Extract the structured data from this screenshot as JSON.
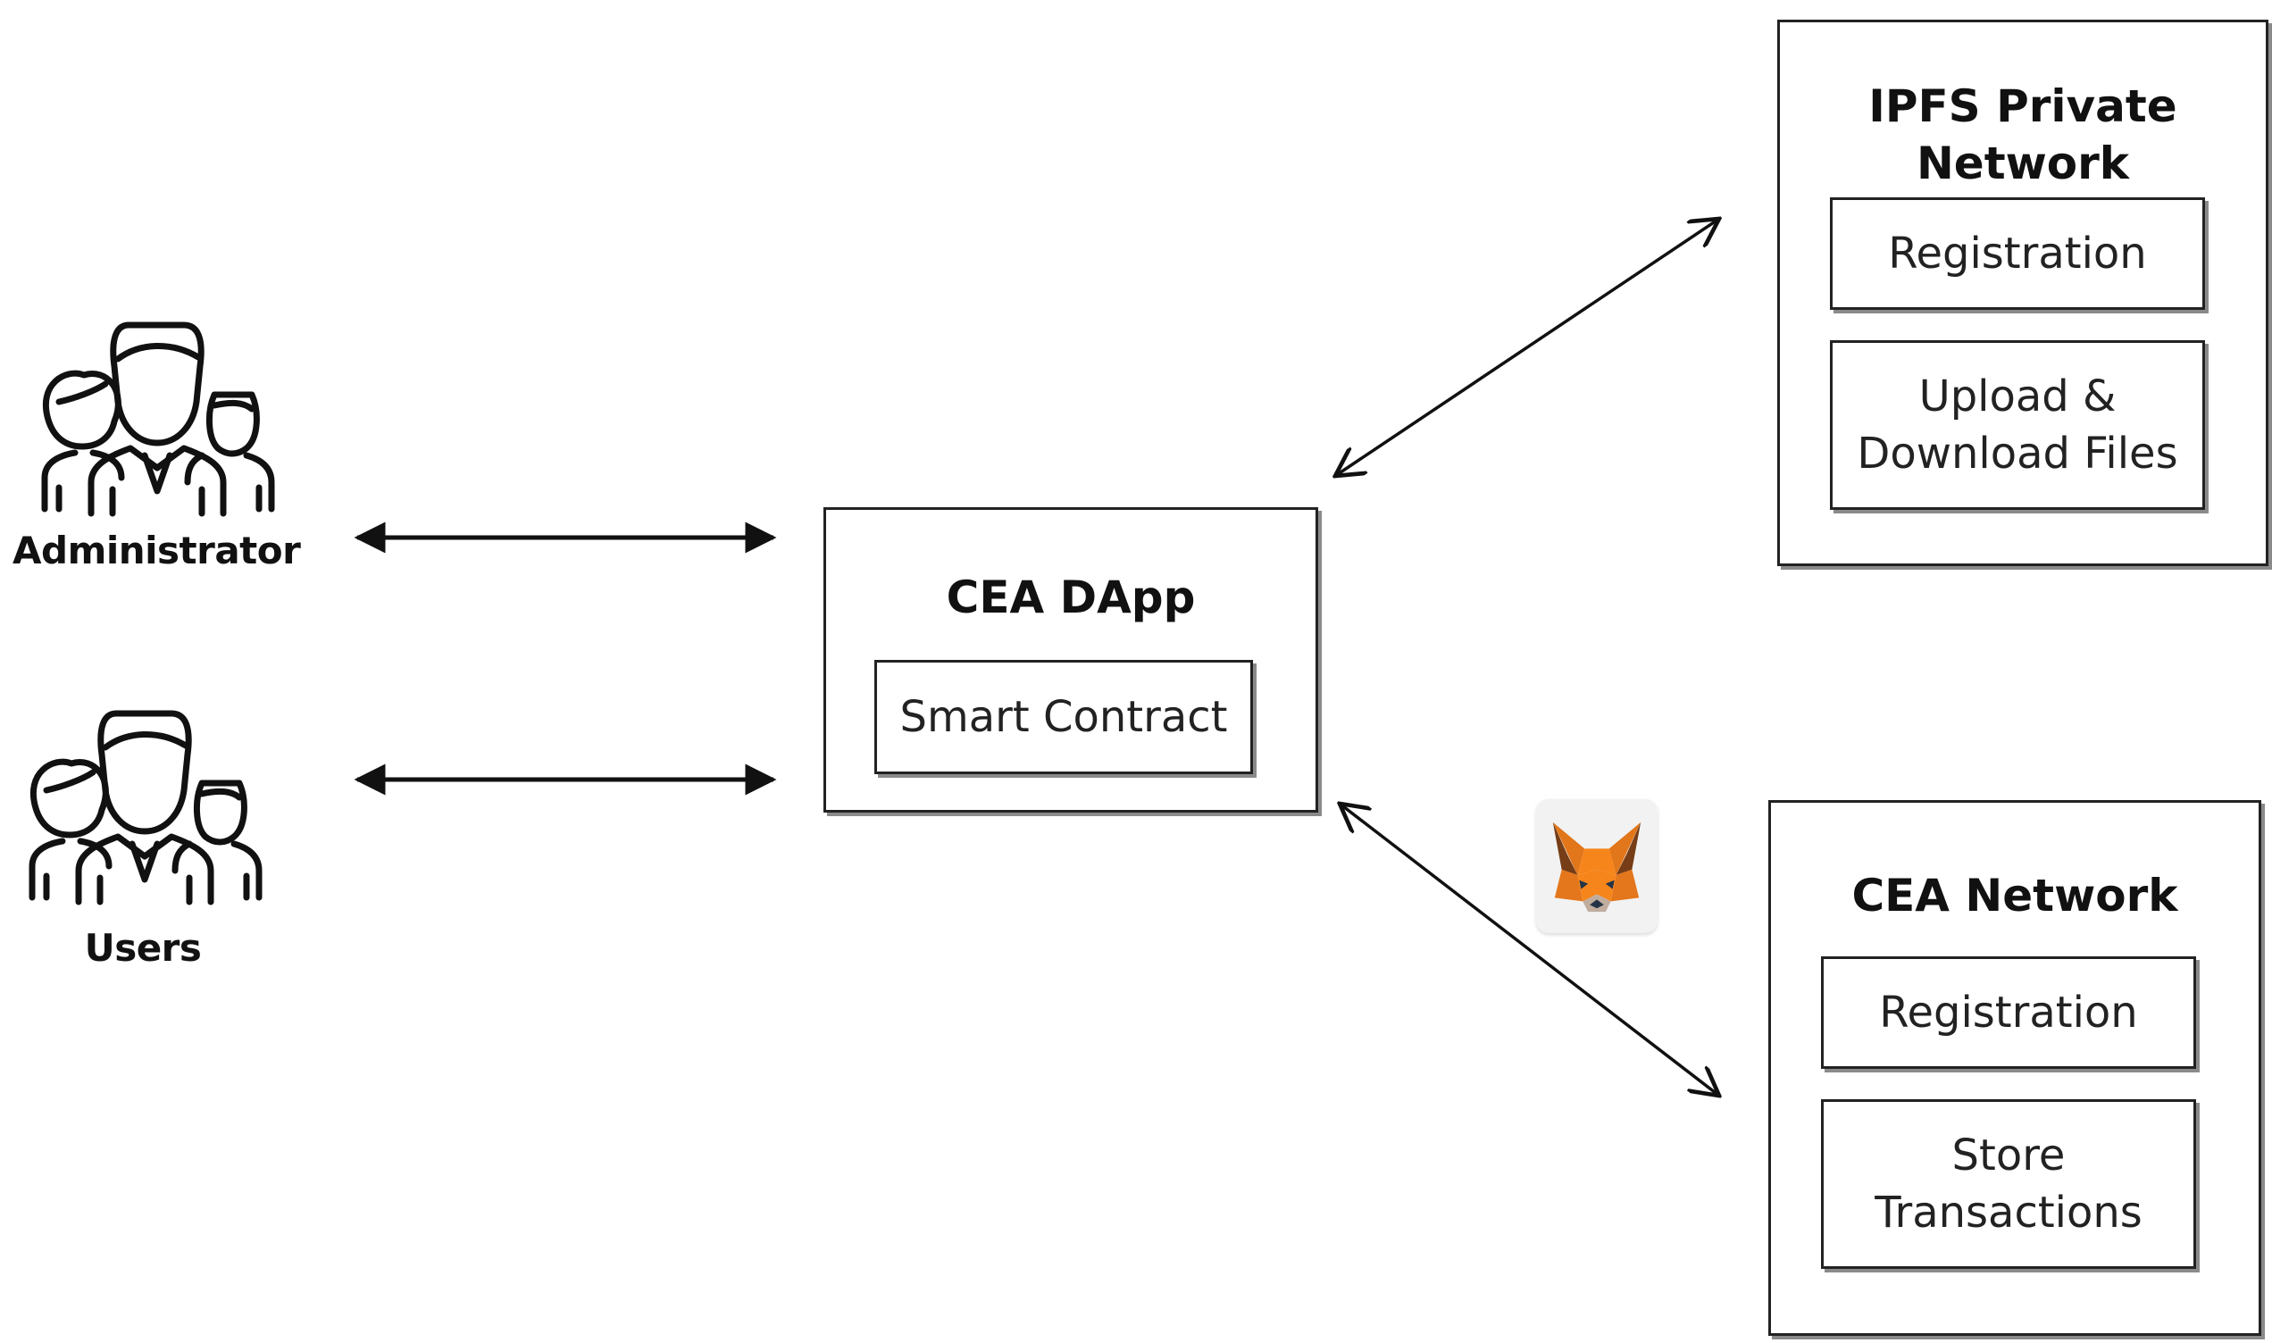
{
  "actors": {
    "administrator": {
      "label": "Administrator",
      "icon": "user-group-icon"
    },
    "users": {
      "label": "Users",
      "icon": "user-group-icon"
    }
  },
  "dapp": {
    "title": "CEA DApp",
    "smart_contract": "Smart Contract"
  },
  "ipfs": {
    "title": "IPFS Private\nNetwork",
    "registration": "Registration",
    "upload_download": "Upload &\nDownload Files"
  },
  "cea_network": {
    "title": "CEA Network",
    "registration": "Registration",
    "store_transactions": "Store\nTransactions"
  },
  "wallet": {
    "icon": "metamask-fox-icon"
  },
  "colors": {
    "line": "#111111",
    "border": "#222222",
    "fox_orange": "#E8821E",
    "fox_dark": "#763D16"
  }
}
